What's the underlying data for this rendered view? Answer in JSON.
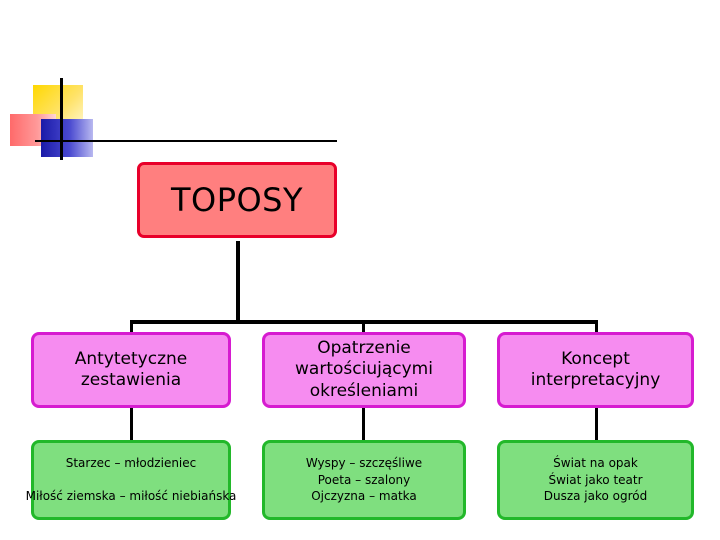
{
  "diagram": {
    "root": {
      "label": "TOPOSY"
    },
    "categories": [
      {
        "label_line1": "Antytetyczne",
        "label_line2": "zestawienia",
        "label_line3": ""
      },
      {
        "label_line1": "Opatrzenie",
        "label_line2": "wartościującymi",
        "label_line3": "określeniami"
      },
      {
        "label_line1": "Koncept",
        "label_line2": "interpretacyjny",
        "label_line3": ""
      }
    ],
    "examples": [
      {
        "line1": "Starzec – młodzieniec",
        "line2": "",
        "line3": "Miłość ziemska – miłość niebiańska"
      },
      {
        "line1": "Wyspy – szczęśliwe",
        "line2": "Poeta – szalony",
        "line3": "Ojczyzna – matka"
      },
      {
        "line1": "Świat na opak",
        "line2": "Świat jako teatr",
        "line3": "Dusza jako ogród"
      }
    ]
  },
  "colors": {
    "root_fill": "#ff7f7f",
    "root_border": "#e8002a",
    "category_fill": "#f68cf0",
    "category_border": "#d61bd0",
    "example_fill": "#7fdf7f",
    "example_border": "#22b82a"
  }
}
